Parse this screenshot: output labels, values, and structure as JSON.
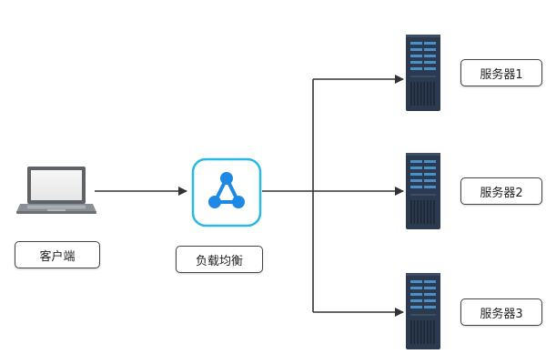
{
  "client": {
    "icon": "laptop-icon",
    "label": "客户端"
  },
  "load_balancer": {
    "icon": "load-balancer-share-icon",
    "label": "负载均衡",
    "accent_color": "#29b8e5",
    "icon_color": "#1e88e5"
  },
  "servers": [
    {
      "icon": "server-rack-icon",
      "label": "服务器1"
    },
    {
      "icon": "server-rack-icon",
      "label": "服务器2"
    },
    {
      "icon": "server-rack-icon",
      "label": "服务器3"
    }
  ],
  "colors": {
    "connector": "#333333",
    "server_body": "#2c3a4f",
    "server_slot": "#4a90c9",
    "laptop_body": "#5f6368"
  }
}
